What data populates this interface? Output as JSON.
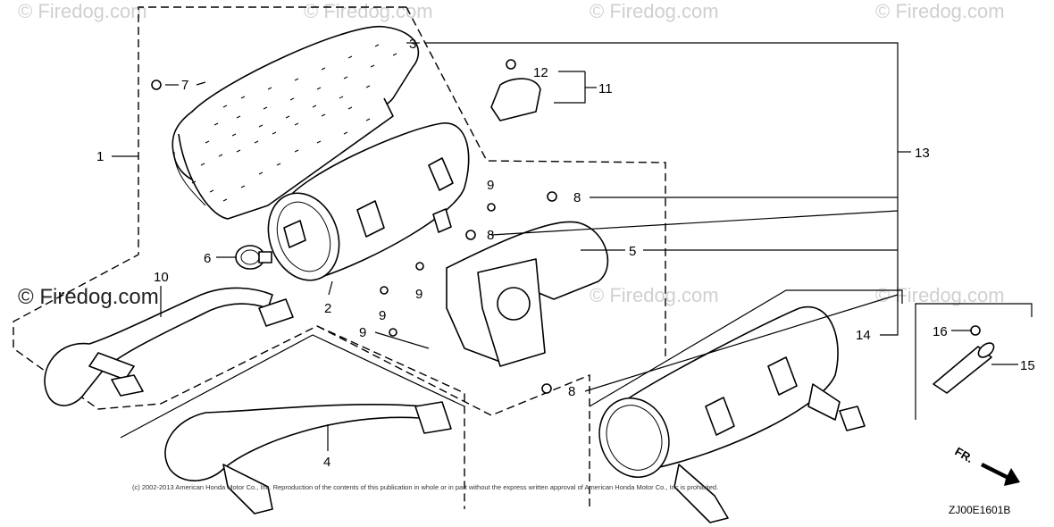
{
  "watermarks": [
    "© Firedog.com",
    "© Firedog.com",
    "© Firedog.com",
    "© Firedog.com",
    "© Firedog.com",
    "© Firedog.com",
    "© Firedog.com"
  ],
  "callouts": {
    "c1": "1",
    "c2": "2",
    "c3": "3",
    "c4": "4",
    "c5": "5",
    "c6": "6",
    "c7": "7",
    "c8a": "8",
    "c8b": "8",
    "c8c": "8",
    "c9a": "9",
    "c9b": "9",
    "c9c": "9",
    "c9d": "9",
    "c10": "10",
    "c11": "11",
    "c12": "12",
    "c13": "13",
    "c14": "14",
    "c15": "15",
    "c16": "16"
  },
  "copyright": "(c) 2002-2013 American Honda Motor Co., Inc. Reproduction of the contents of this publication in whole or in part without the express written approval of American Honda Motor Co., Inc is prohibited.",
  "diagram_code": "ZJ00E1601B",
  "front_marker": "FR."
}
